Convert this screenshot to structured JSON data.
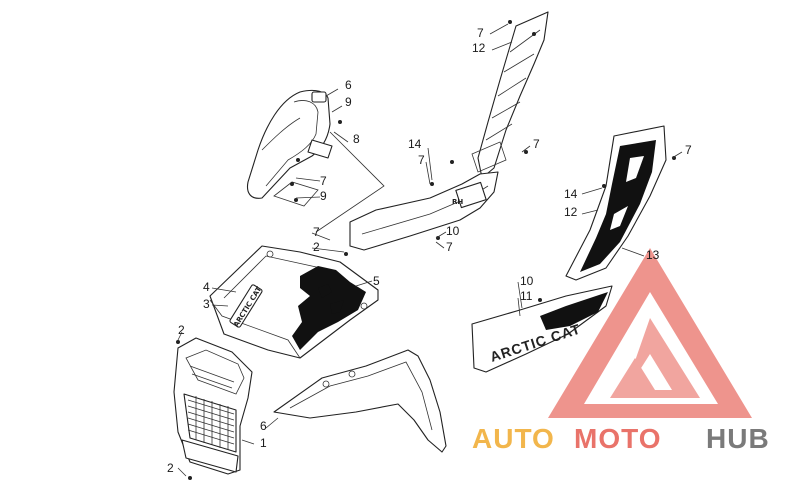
{
  "watermark": {
    "words": [
      "AUTO",
      "MOTO",
      "HUB"
    ],
    "colors": {
      "auto": "#f2b64c",
      "moto": "#e9736a",
      "hub": "#7a7a7a",
      "logo": "#e9736a"
    }
  },
  "decals": {
    "arctic_cat": "ARCTIC CAT",
    "hood_badge": "ARCTIC CAT",
    "rh_mark": "RH"
  },
  "callouts": [
    {
      "key": "c6a",
      "text": "6"
    },
    {
      "key": "c9a",
      "text": "9"
    },
    {
      "key": "c8",
      "text": "8"
    },
    {
      "key": "c7a",
      "text": "7"
    },
    {
      "key": "c9b",
      "text": "9"
    },
    {
      "key": "c7b",
      "text": "7"
    },
    {
      "key": "c2a",
      "text": "2"
    },
    {
      "key": "c4",
      "text": "4"
    },
    {
      "key": "c3",
      "text": "3"
    },
    {
      "key": "c5",
      "text": "5"
    },
    {
      "key": "c2b",
      "text": "2"
    },
    {
      "key": "c6b",
      "text": "6"
    },
    {
      "key": "c1",
      "text": "1"
    },
    {
      "key": "c2c",
      "text": "2"
    },
    {
      "key": "c7c",
      "text": "7"
    },
    {
      "key": "c12a",
      "text": "12"
    },
    {
      "key": "c14a",
      "text": "14"
    },
    {
      "key": "c7d",
      "text": "7"
    },
    {
      "key": "c7e",
      "text": "7"
    },
    {
      "key": "c10a",
      "text": "10"
    },
    {
      "key": "c7f",
      "text": "7"
    },
    {
      "key": "c7g",
      "text": "7"
    },
    {
      "key": "c14b",
      "text": "14"
    },
    {
      "key": "c12b",
      "text": "12"
    },
    {
      "key": "c13",
      "text": "13"
    },
    {
      "key": "c10b",
      "text": "10"
    },
    {
      "key": "c11",
      "text": "11"
    }
  ]
}
